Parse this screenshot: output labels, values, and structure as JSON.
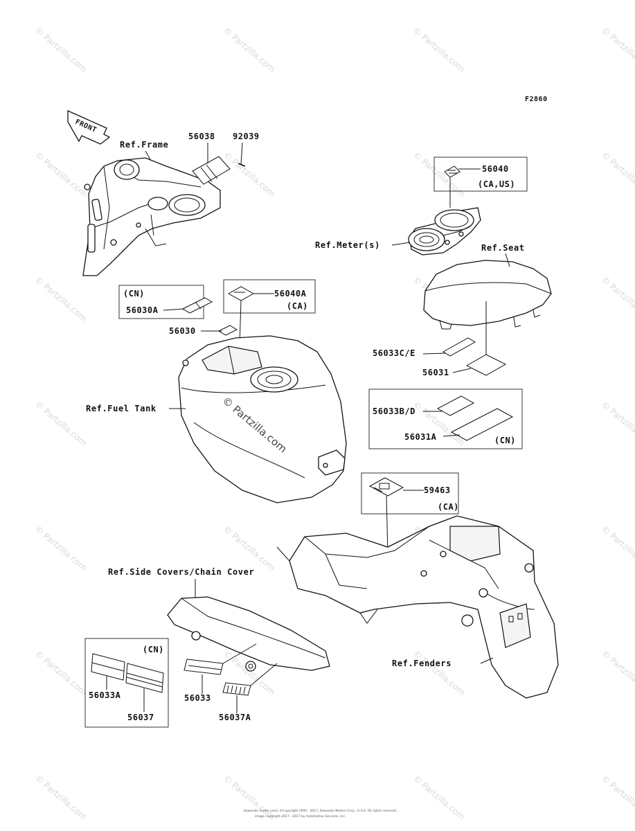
{
  "figure_code": "F2860",
  "front_arrow_label": "FRONT",
  "watermark": "© Partzilla.com",
  "center_watermark": "© Partzilla.com",
  "footer": {
    "line1": "Kawasaki model years ©Copyright 1995 - 2017, Kawasaki Motors Corp., U.S.A. All rights reserved.",
    "line2": "Image copyright 2017 - 2017 by Automotive Services, Inc."
  },
  "references": {
    "frame": "Ref.Frame",
    "meter": "Ref.Meter(s)",
    "seat": "Ref.Seat",
    "fuel_tank": "Ref.Fuel Tank",
    "side_covers": "Ref.Side Covers/Chain Cover",
    "fenders": "Ref.Fenders"
  },
  "parts": {
    "p56038": "56038",
    "p92039": "92039",
    "p56040": "56040",
    "p56040_note": "(CA,US)",
    "p56030a_note": "(CN)",
    "p56030a": "56030A",
    "p56040a": "56040A",
    "p56040a_note": "(CA)",
    "p56030": "56030",
    "p56033ce": "56033C/E",
    "p56031": "56031",
    "p56033bd": "56033B/D",
    "p56031a": "56031A",
    "p56031a_note": "(CN)",
    "p59463": "59463",
    "p59463_note": "(CA)",
    "p56033a_note": "(CN)",
    "p56033a": "56033A",
    "p56037": "56037",
    "p56033": "56033",
    "p56037a": "56037A"
  }
}
